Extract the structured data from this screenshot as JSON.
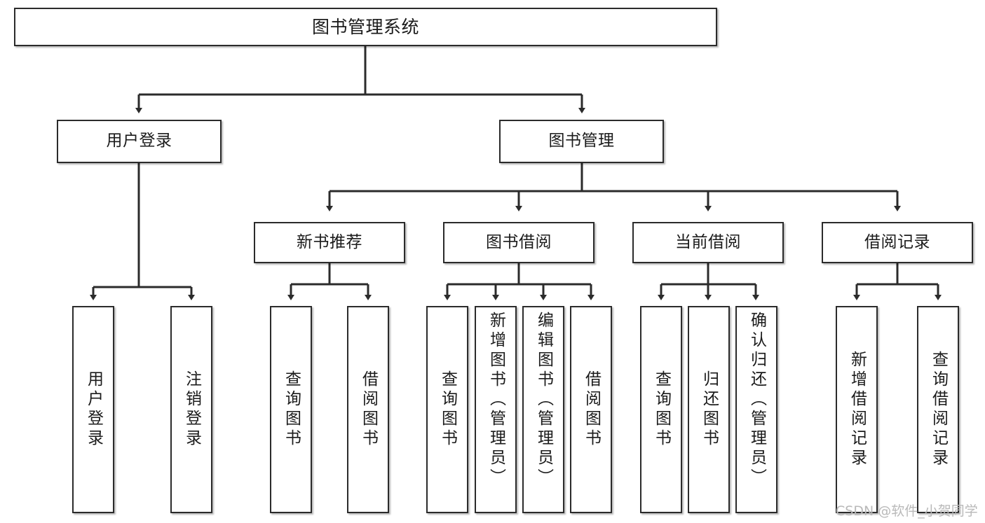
{
  "diagram": {
    "title": "图书管理系统",
    "watermark": "CSDN @软件_小贺同学",
    "stroke_color": "#2b2b2b",
    "text_color": "#1b1b1b",
    "background": "#ffffff",
    "levels": {
      "root": {
        "label": "图书管理系统"
      },
      "level2": [
        {
          "label": "用户登录"
        },
        {
          "label": "图书管理"
        }
      ],
      "level3": [
        {
          "label": "新书推荐"
        },
        {
          "label": "图书借阅"
        },
        {
          "label": "当前借阅"
        },
        {
          "label": "借阅记录"
        }
      ],
      "leaves": {
        "user_login": [
          {
            "label": "用户登录"
          },
          {
            "label": "注销登录"
          }
        ],
        "new_book_recommend": [
          {
            "label": "查询图书"
          },
          {
            "label": "借阅图书"
          }
        ],
        "book_borrow": [
          {
            "label": "查询图书"
          },
          {
            "label": "新增图书（管理员）"
          },
          {
            "label": "编辑图书（管理员）"
          },
          {
            "label": "借阅图书"
          }
        ],
        "current_borrow": [
          {
            "label": "查询图书"
          },
          {
            "label": "归还图书"
          },
          {
            "label": "确认归还（管理员）"
          }
        ],
        "borrow_record": [
          {
            "label": "新增借阅记录"
          },
          {
            "label": "查询借阅记录"
          }
        ]
      }
    }
  }
}
